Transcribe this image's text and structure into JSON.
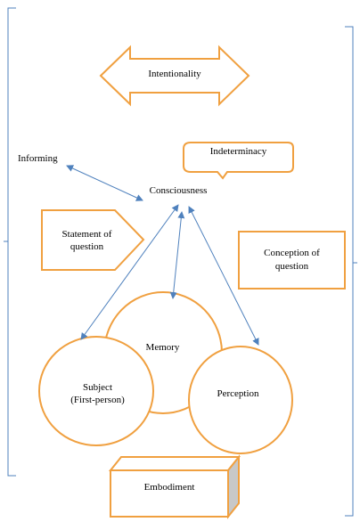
{
  "diagram": {
    "colors": {
      "shape_stroke": "#F0A040",
      "arrow": "#4F81BD",
      "bracket": "#4F81BD",
      "box_fill": "#FFFFFF",
      "box_shadow_side": "#C8C8C8"
    },
    "labels": {
      "intentionality": "Intentionality",
      "indeterminacy": "Indeterminacy",
      "informing": "Informing",
      "consciousness": "Consciousness",
      "statement_line1": "Statement of",
      "statement_line2": "question",
      "conception_line1": "Conception of",
      "conception_line2": "question",
      "memory": "Memory",
      "subject_line1": "Subject",
      "subject_line2": "(First-person)",
      "perception": "Perception",
      "embodiment": "Embodiment"
    }
  }
}
